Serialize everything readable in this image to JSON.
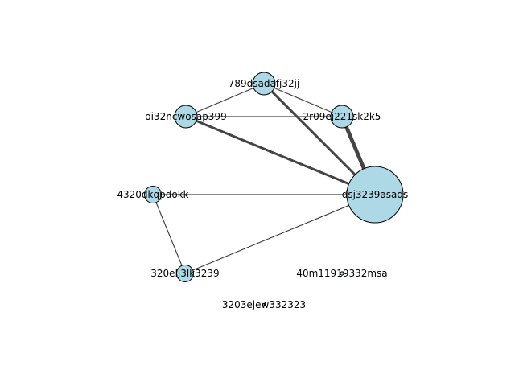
{
  "colors": {
    "node_fill": "#add8e6",
    "node_stroke": "#000000",
    "edge": "#444444",
    "background": "#ffffff"
  },
  "nodes": [
    {
      "id": "n0",
      "label": "789dsadafj32jj",
      "size": 2
    },
    {
      "id": "n1",
      "label": "oi32ncwosap399",
      "size": 2
    },
    {
      "id": "n2",
      "label": "2r09ej221sk2k5",
      "size": 2
    },
    {
      "id": "n3",
      "label": "4320dkqpdokk",
      "size": 1.5
    },
    {
      "id": "n4",
      "label": "dsj3239asads",
      "size": 5
    },
    {
      "id": "n5",
      "label": "320elj3lk3239",
      "size": 1.5
    },
    {
      "id": "n6",
      "label": "40m11919332msa",
      "size": 0.3
    },
    {
      "id": "n7",
      "label": "3203ejew332323",
      "size": 0.1
    }
  ],
  "edges": [
    {
      "source": "n0",
      "target": "n1",
      "weight": 1
    },
    {
      "source": "n0",
      "target": "n2",
      "weight": 1
    },
    {
      "source": "n0",
      "target": "n4",
      "weight": 2.5
    },
    {
      "source": "n1",
      "target": "n2",
      "weight": 1
    },
    {
      "source": "n1",
      "target": "n4",
      "weight": 2.5
    },
    {
      "source": "n2",
      "target": "n4",
      "weight": 4
    },
    {
      "source": "n3",
      "target": "n4",
      "weight": 1
    },
    {
      "source": "n3",
      "target": "n5",
      "weight": 1
    },
    {
      "source": "n5",
      "target": "n4",
      "weight": 1
    }
  ]
}
